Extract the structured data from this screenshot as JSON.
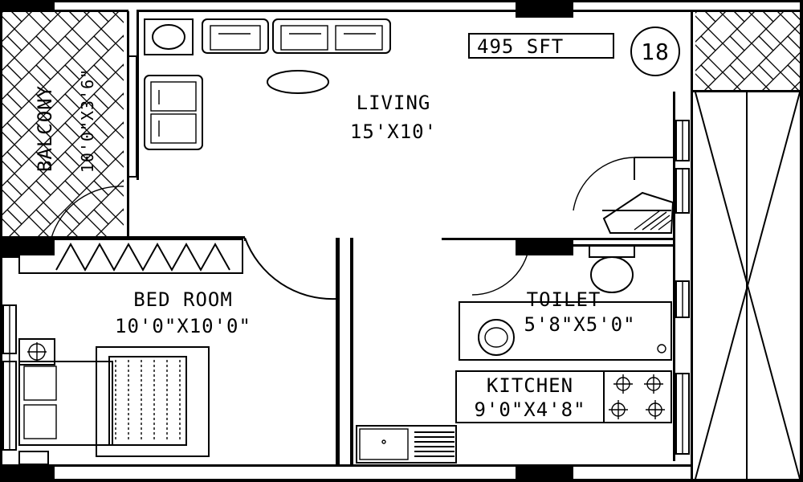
{
  "plan": {
    "area_label": "495 SFT",
    "unit_number": "18",
    "rooms": {
      "living": {
        "name": "LIVING",
        "size": "15'X10'"
      },
      "balcony": {
        "name": "BALCONY",
        "size": "10'0\"X3'6\""
      },
      "bedroom": {
        "name": "BED ROOM",
        "size": "10'0\"X10'0\""
      },
      "toilet": {
        "name": "TOILET",
        "size": "5'8\"X5'0\""
      },
      "kitchen": {
        "name": "KITCHEN",
        "size": "9'0\"X4'8\""
      }
    }
  }
}
